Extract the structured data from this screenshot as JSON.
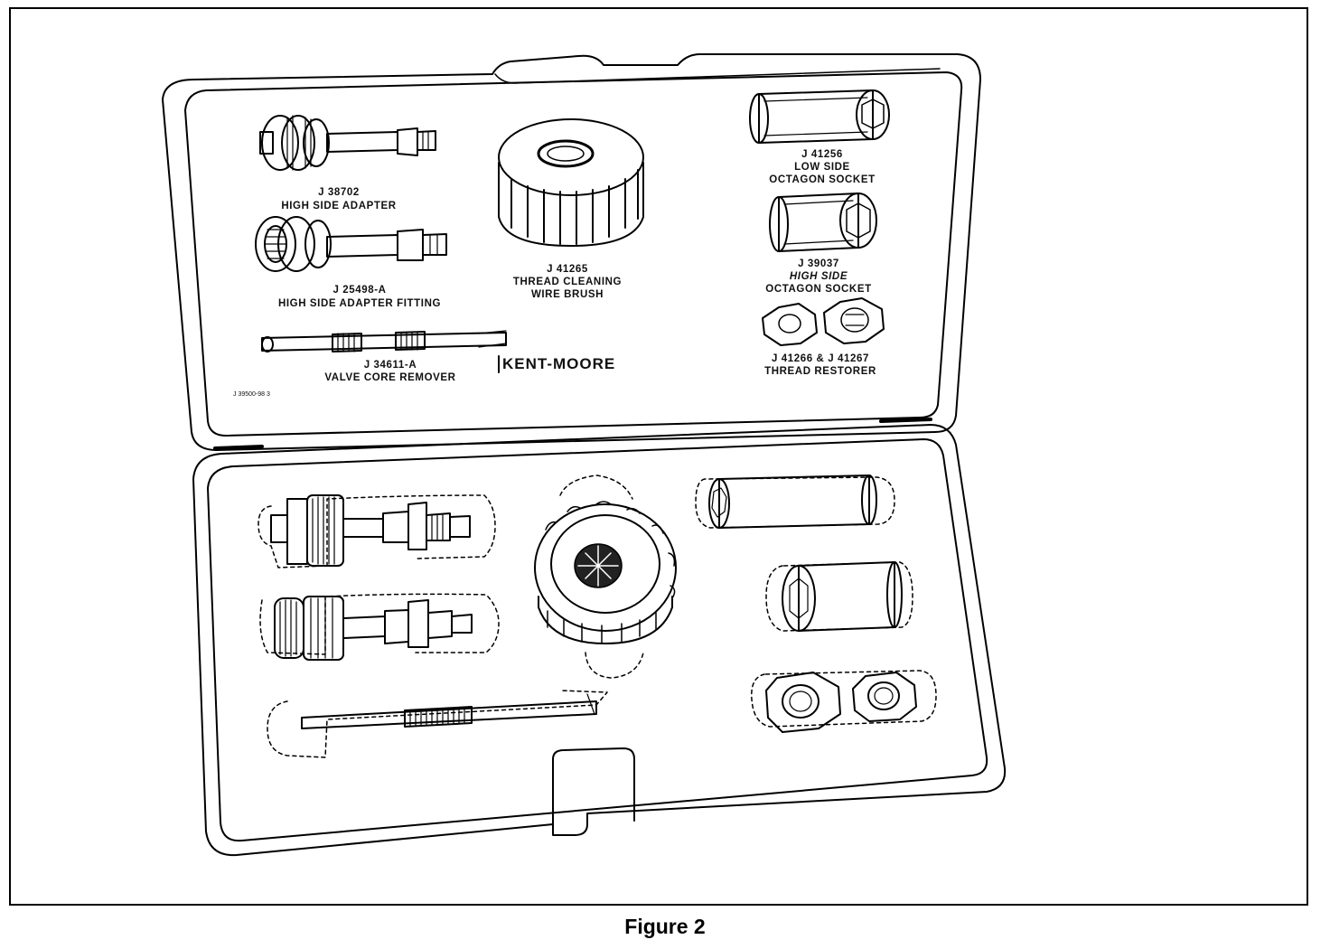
{
  "figure": {
    "caption": "Figure 2",
    "brand": "KENT-MOORE",
    "kit_code": "J 39500-98 3",
    "labels": {
      "high_side_adapter": [
        "J 38702",
        "HIGH SIDE ADAPTER"
      ],
      "high_side_adapter_fitting": [
        "J 25498-A",
        "HIGH SIDE ADAPTER FITTING"
      ],
      "valve_core_remover": [
        "J 34611-A",
        "VALVE CORE REMOVER"
      ],
      "thread_cleaning_brush": [
        "J 41265",
        "THREAD CLEANING",
        "WIRE BRUSH"
      ],
      "low_side_socket": [
        "J 41256",
        "LOW SIDE",
        "OCTAGON SOCKET"
      ],
      "high_side_socket": [
        "J 39037",
        "HIGH SIDE",
        "OCTAGON SOCKET"
      ],
      "thread_restorer": [
        "J 41266 & J 41267",
        "THREAD RESTORER"
      ]
    }
  }
}
